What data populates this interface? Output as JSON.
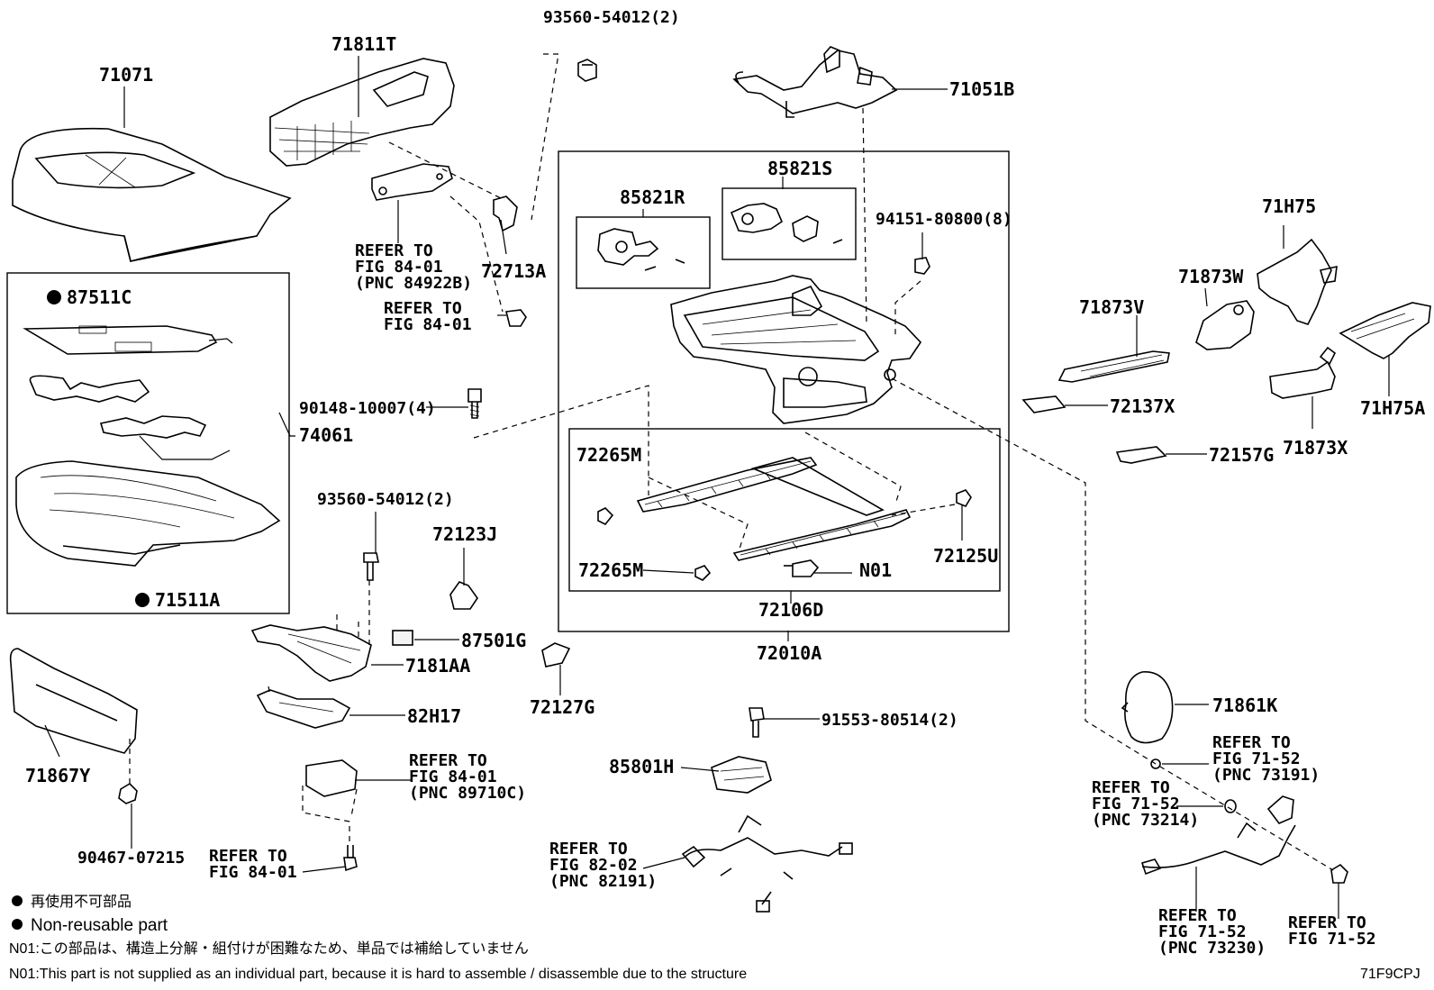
{
  "labels": {
    "p71071": "71071",
    "p71811T": "71811T",
    "p93560_top": "93560-54012(2)",
    "p71051B": "71051B",
    "p85821S": "85821S",
    "p85821R": "85821R",
    "p94151": "94151-80800(8)",
    "p72713A": "72713A",
    "ref_8401_a_1": "REFER TO",
    "ref_8401_a_2": "FIG 84-01",
    "ref_8401_a_3": "(PNC 84922B)",
    "ref_8401_b_1": "REFER TO",
    "ref_8401_b_2": "FIG 84-01",
    "p87511C": "87511C",
    "p74061": "74061",
    "p71511A": "71511A",
    "p90148": "90148-10007(4)",
    "p71H75": "71H75",
    "p71873W": "71873W",
    "p71873V": "71873V",
    "p72137X": "72137X",
    "p71H75A": "71H75A",
    "p71873X": "71873X",
    "p72157G": "72157G",
    "p72265M_a": "72265M",
    "p72265M_b": "72265M",
    "pN01": "N01",
    "p72125U": "72125U",
    "p72106D": "72106D",
    "p72010A": "72010A",
    "p93560_mid": "93560-54012(2)",
    "p72123J": "72123J",
    "p87501G": "87501G",
    "p7181AA": "7181AA",
    "p72127G": "72127G",
    "p82H17": "82H17",
    "p71867Y": "71867Y",
    "p90467": "90467-07215",
    "ref_8401_c_1": "REFER TO",
    "ref_8401_c_2": "FIG 84-01",
    "ref_8401_c_3": "(PNC 89710C)",
    "ref_8401_d_1": "REFER TO",
    "ref_8401_d_2": "FIG 84-01",
    "p91553": "91553-80514(2)",
    "p85801H": "85801H",
    "ref_8202_1": "REFER TO",
    "ref_8202_2": "FIG 82-02",
    "ref_8202_3": "(PNC 82191)",
    "p71861K": "71861K",
    "ref_7152_a_1": "REFER TO",
    "ref_7152_a_2": "FIG 71-52",
    "ref_7152_a_3": "(PNC 73191)",
    "ref_7152_b_1": "REFER TO",
    "ref_7152_b_2": "FIG 71-52",
    "ref_7152_b_3": "(PNC 73214)",
    "ref_7152_c_1": "REFER TO",
    "ref_7152_c_2": "FIG 71-52",
    "ref_7152_c_3": "(PNC 73230)",
    "ref_7152_d_1": "REFER TO",
    "ref_7152_d_2": "FIG 71-52"
  },
  "notes": {
    "nonreusable_ja": "再使用不可部品",
    "nonreusable_en": "Non-reusable part",
    "n01_ja": "N01:この部品は、構造上分解・組付けが困難なため、単品では補給していません",
    "n01_en": "N01:This part is not supplied as an individual part, because it is hard to assemble / disassemble due to the structure"
  },
  "diagram_code": "71F9CPJ",
  "colors": {
    "line": "#000000",
    "background": "#ffffff"
  },
  "legend_symbol": "filled-circle"
}
